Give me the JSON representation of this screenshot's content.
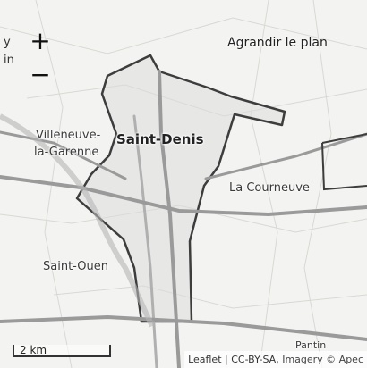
{
  "controls": {
    "zoom_in": "+",
    "zoom_out": "−",
    "fullscreen_label": "Agrandir le plan"
  },
  "edge_text": {
    "line1": "y",
    "line2": "in"
  },
  "places": {
    "saint_denis": "Saint-Denis",
    "villeneuve_1": "Villeneuve-",
    "villeneuve_2": "la-Garenne",
    "la_courneuve": "La Courneuve",
    "saint_ouen": "Saint-Ouen",
    "pantin": "Pantin"
  },
  "scale": {
    "label": "2 km"
  },
  "attribution": {
    "leaflet": "Leaflet",
    "separator": " | ",
    "license": "CC-BY-SA",
    "imagery": ", Imagery © Apec"
  },
  "colors": {
    "boundary": "#3d3d3d",
    "boundary_fill": "#dcdcdc",
    "road_major": "#9a9a9a",
    "water": "#b5b5b5"
  }
}
